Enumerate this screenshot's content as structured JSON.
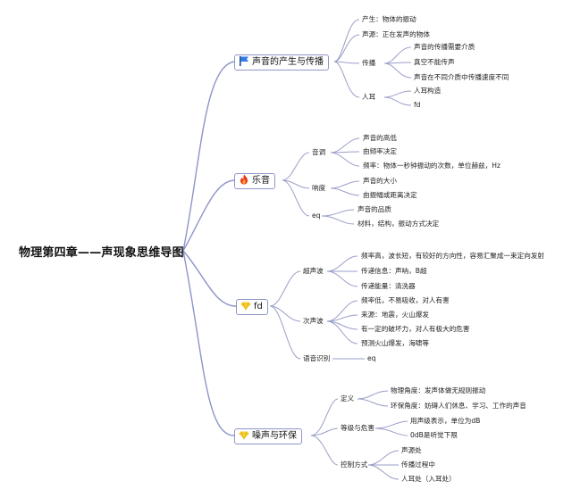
{
  "root": "物理第四章——声现象思维导图",
  "topics": [
    {
      "label": "声音的产生与传播",
      "icon": "blue-flag-icon",
      "children": [
        {
          "label": "产生：物体的振动"
        },
        {
          "label": "声源：正在发声的物体"
        },
        {
          "label": "传播",
          "children": [
            {
              "label": "声音的传播需要介质"
            },
            {
              "label": "真空不能传声"
            },
            {
              "label": "声音在不同介质中传播速度不同"
            }
          ]
        },
        {
          "label": "人耳",
          "children": [
            {
              "label": "人耳构造"
            },
            {
              "label": "fd"
            }
          ]
        }
      ]
    },
    {
      "label": "乐音",
      "icon": "fire-icon",
      "children": [
        {
          "label": "音调",
          "children": [
            {
              "label": "声音的高低"
            },
            {
              "label": "由频率决定"
            },
            {
              "label": "频率：物体一秒钟振动的次数，单位赫兹，Hz"
            }
          ]
        },
        {
          "label": "响度",
          "children": [
            {
              "label": "声音的大小"
            },
            {
              "label": "由振幅或距离决定"
            }
          ]
        },
        {
          "label": "eq",
          "children": [
            {
              "label": "声音的品质"
            },
            {
              "label": "材料，结构，振动方式决定"
            }
          ]
        }
      ]
    },
    {
      "label": "fd",
      "icon": "yellow-gem-icon",
      "children": [
        {
          "label": "超声波",
          "children": [
            {
              "label": "频率高，波长短，有较好的方向性，容易汇聚成一束定向发射"
            },
            {
              "label": "传递信息：声呐，B超"
            },
            {
              "label": "传递能量：清洗器"
            }
          ]
        },
        {
          "label": "次声波",
          "children": [
            {
              "label": "频率低，不易吸收，对人有害"
            },
            {
              "label": "来源：地震，火山爆发"
            },
            {
              "label": "有一定的破坏力，对人有极大的危害"
            },
            {
              "label": "预测火山爆发，海啸等"
            }
          ]
        },
        {
          "label": "语音识别",
          "children": [
            {
              "label": "eq"
            }
          ]
        }
      ]
    },
    {
      "label": "噪声与环保",
      "icon": "yellow-gem-icon",
      "children": [
        {
          "label": "定义",
          "children": [
            {
              "label": "物理角度：发声体做无规则振动"
            },
            {
              "label": "环保角度：妨碍人们休息、学习、工作的声音"
            }
          ]
        },
        {
          "label": "等级与危害",
          "children": [
            {
              "label": "用声级表示，单位为dB"
            },
            {
              "label": "0dB是听觉下限"
            }
          ]
        },
        {
          "label": "控制方式",
          "children": [
            {
              "label": "声源处"
            },
            {
              "label": "传播过程中"
            },
            {
              "label": "人耳处（入耳处）"
            }
          ]
        }
      ]
    }
  ]
}
